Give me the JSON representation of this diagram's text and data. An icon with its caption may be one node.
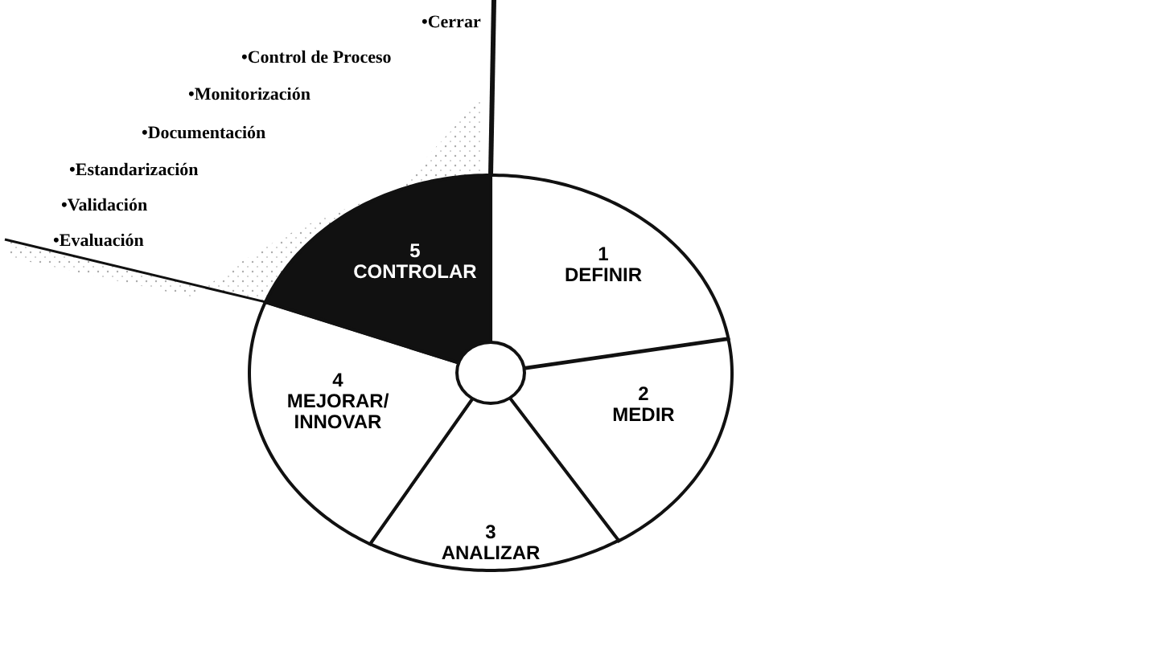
{
  "diagram": {
    "nodes": [
      {
        "text": [
          "1",
          "DEFINIR"
        ]
      },
      {
        "text": [
          "2",
          "MEDIR"
        ]
      },
      {
        "text": [
          "3",
          "ANALIZAR"
        ]
      },
      {
        "text": [
          "4",
          "MEJORAR/ INNOVAR"
        ]
      },
      {
        "text": [
          "5",
          "CONTROLAR"
        ]
      },
      {
        "text": [],
        "shape": "circle"
      }
    ],
    "labels": [
      "•Cerrar",
      "•Control de Proceso",
      "•Monitorización",
      "•Documentación",
      "•Estandarización",
      "•Validación",
      "•Evaluación"
    ]
  }
}
